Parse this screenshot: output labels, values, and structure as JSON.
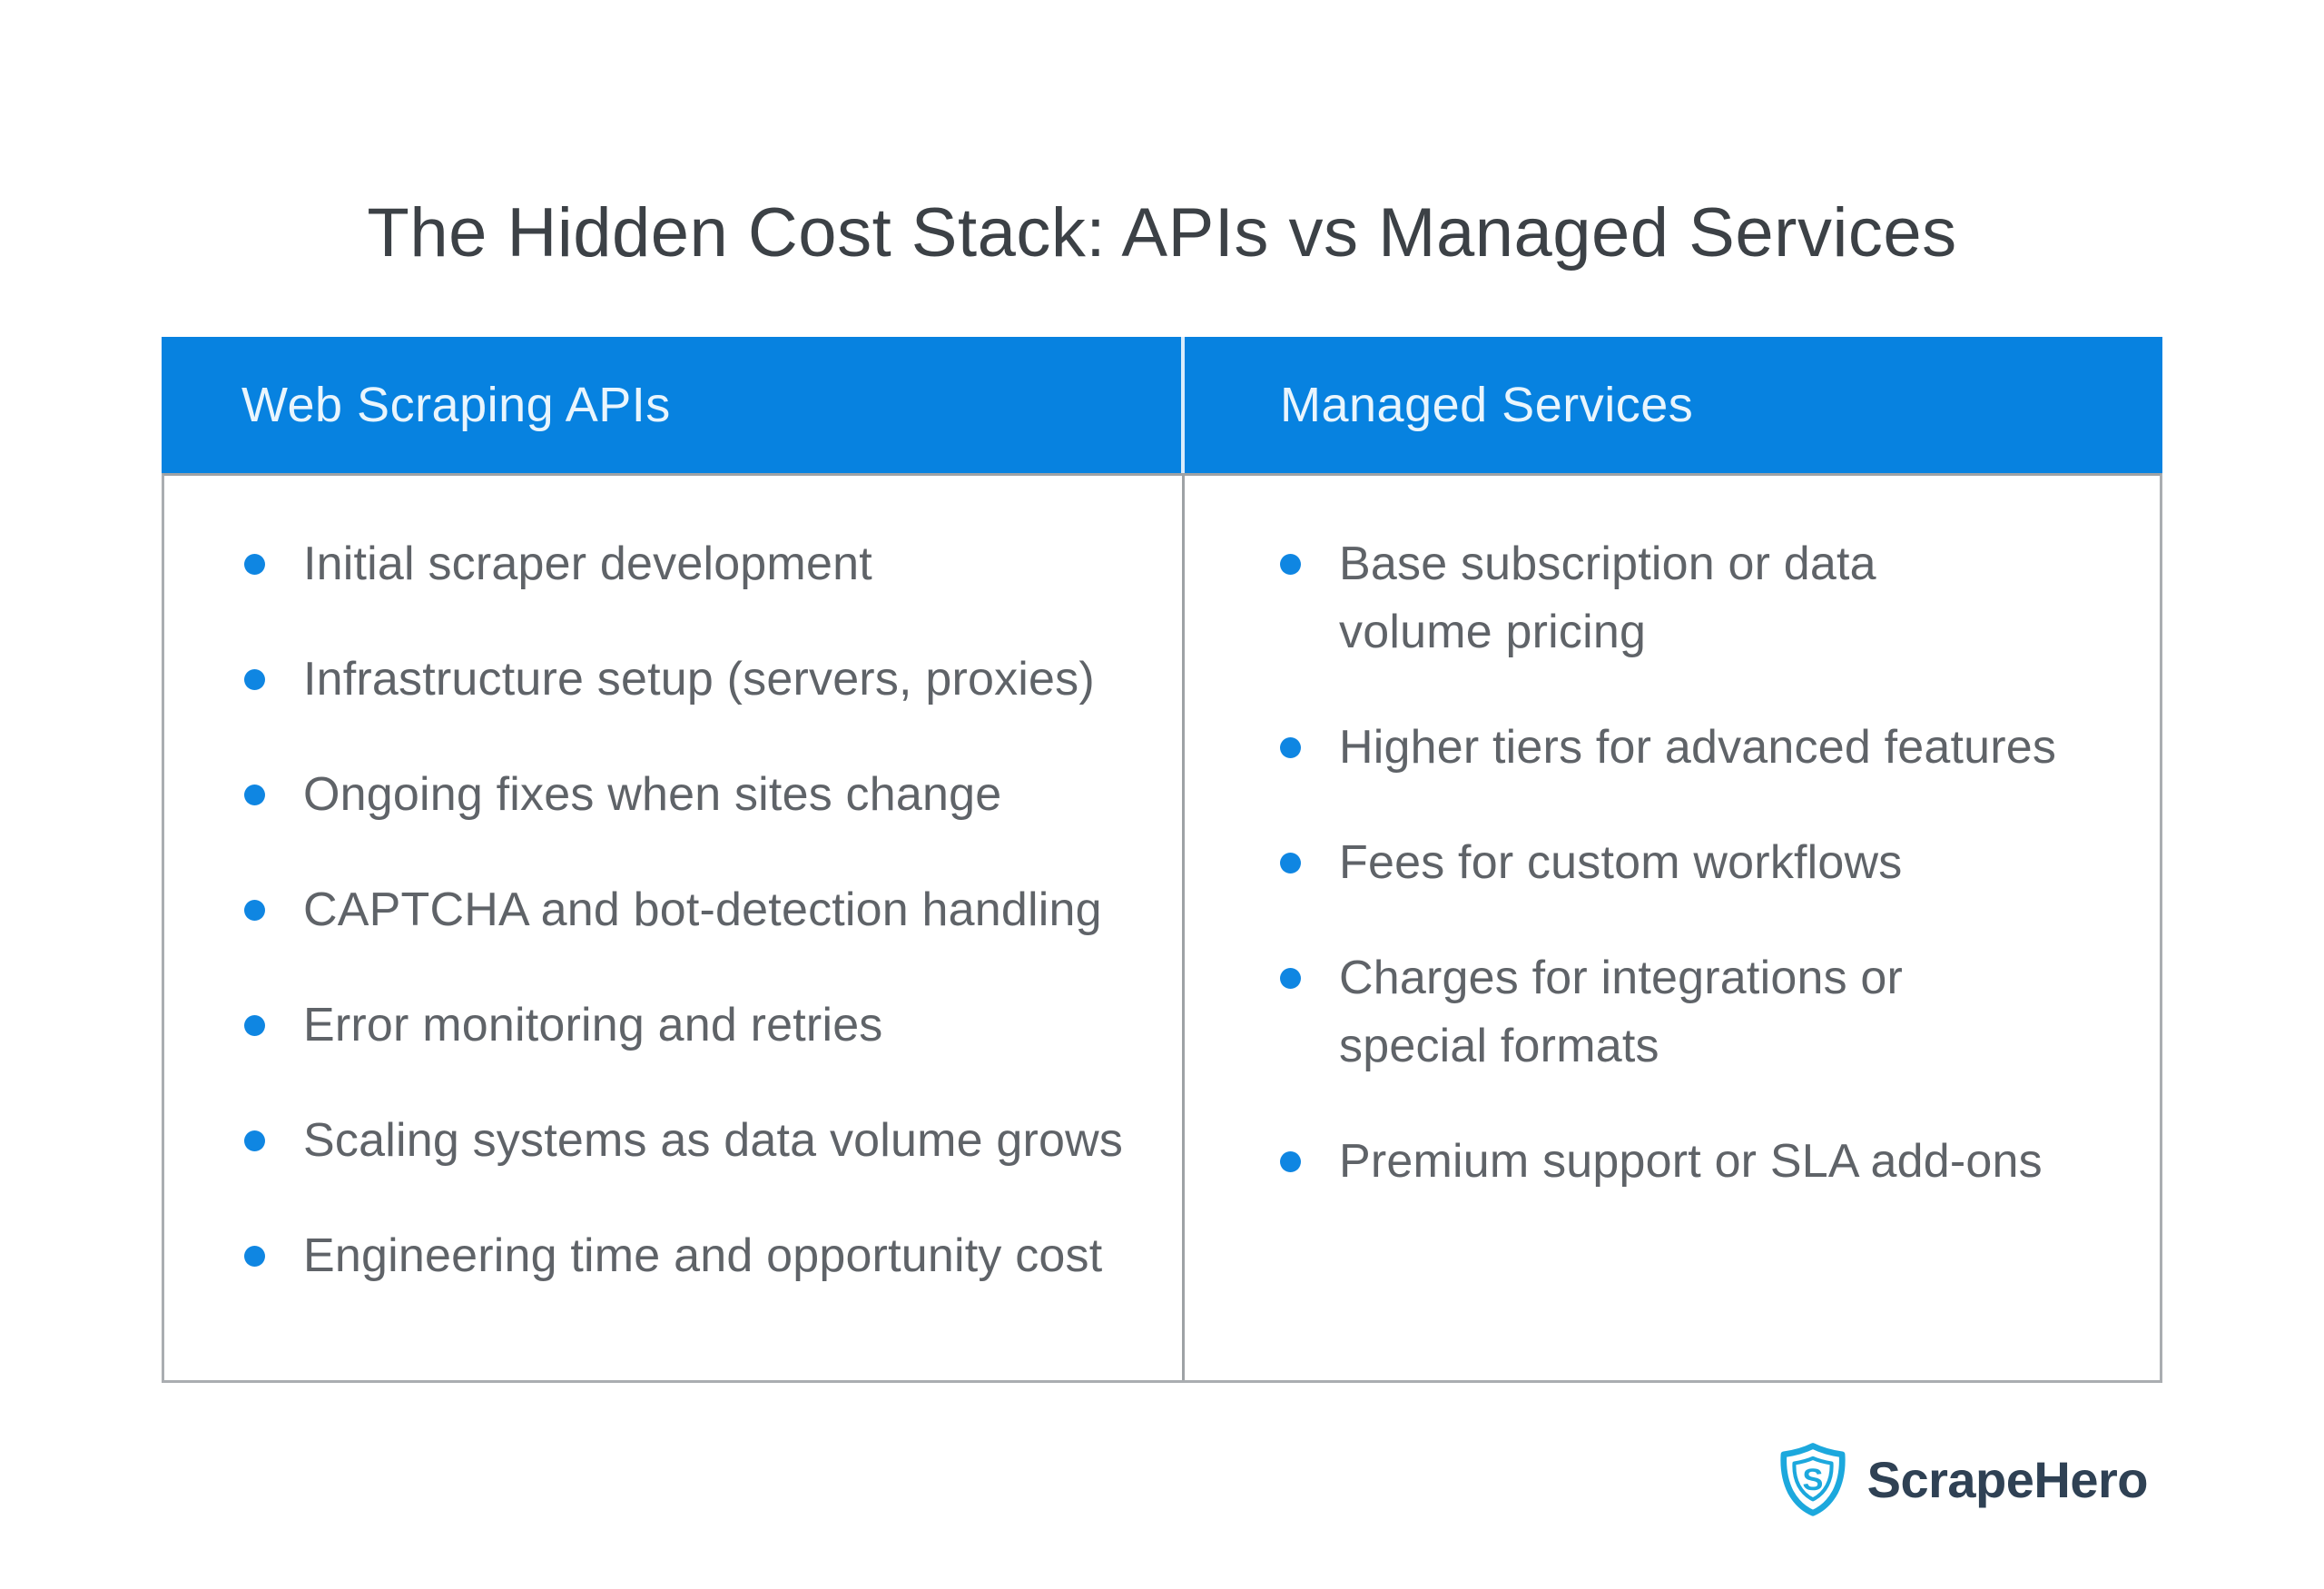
{
  "title": "The Hidden Cost Stack: APIs vs Managed Services",
  "table": {
    "columns": [
      {
        "header": "Web Scraping APIs",
        "items": [
          "Initial scraper development",
          "Infrastructure setup (servers, proxies)",
          "Ongoing fixes when sites change",
          "CAPTCHA and bot-detection handling",
          "Error monitoring and retries",
          "Scaling systems as data volume grows",
          "Engineering time and opportunity cost"
        ]
      },
      {
        "header": "Managed Services",
        "items": [
          "Base subscription or data\nvolume pricing",
          "Higher tiers for advanced features",
          "Fees for custom workflows",
          "Charges for integrations or\nspecial formats",
          "Premium support or SLA add-ons"
        ]
      }
    ]
  },
  "footer": {
    "brand_name": "ScrapeHero",
    "logo_letter": "S"
  },
  "colors": {
    "title": "#3c4146",
    "header_bg": "#0782e0",
    "header_text": "#e9f5fd",
    "body_text": "#5f6368",
    "bullet": "#0f86e2",
    "border": "#aaadb1",
    "border_dark": "#9ea2a5",
    "brand_text": "#2f4154",
    "brand_logo": "#1ca8dd"
  }
}
